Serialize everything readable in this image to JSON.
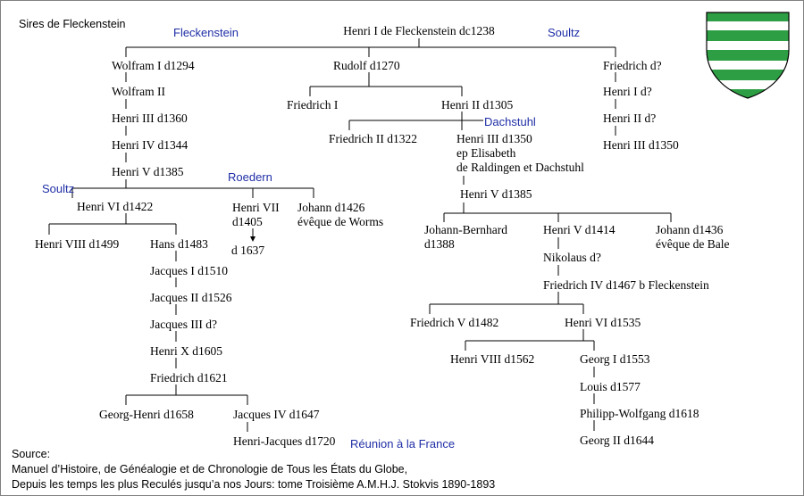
{
  "title": "Sires de Fleckenstein",
  "branch_labels": {
    "fleckenstein": "Fleckenstein",
    "soultz_top": "Soultz",
    "dachstuhl": "Dachstuhl",
    "roedern": "Roedern",
    "soultz_left": "Soultz",
    "reunion": "Réunion à la France"
  },
  "people": {
    "henri_i": "Henri I de Fleckenstein dc1238",
    "wolfram_i": "Wolfram I  d1294",
    "wolfram_ii": "Wolfram II",
    "henri_iii_l": "Henri III  d1360",
    "henri_iv": "Henri IV  d1344",
    "henri_v_l": "Henri V  d1385",
    "henri_vi_l": "Henri VI d1422",
    "henri_vii_1": "Henri VII",
    "henri_vii_2": "d1405",
    "henri_vii_3": "d 1637",
    "johann_worms_1": "Johann  d1426",
    "johann_worms_2": "évêque de Worms",
    "henri_viii_l": "Henri VIII d1499",
    "hans": "Hans d1483",
    "jacques_i": "Jacques I d1510",
    "jacques_ii": "Jacques II d1526",
    "jacques_iii": "Jacques III d?",
    "henri_x": "Henri X  d1605",
    "friedrich_1621": "Friedrich  d1621",
    "georg_henri": "Georg-Henri  d1658",
    "jacques_iv": "Jacques IV  d1647",
    "henri_jacques": "Henri-Jacques  d1720",
    "rudolf": "Rudolf  d1270",
    "friedrich_i": "Friedrich I",
    "henri_ii_c": "Henri II  d1305",
    "friedrich_ii": "Friedrich II d1322",
    "henri_iii_c_1": "Henri III  d1350",
    "henri_iii_c_2": "ep Elisabeth",
    "henri_iii_c_3": "de Raldingen et Dachstuhl",
    "henri_v_c": "Henri V  d1385",
    "johann_bernhard_1": "Johann-Bernhard",
    "johann_bernhard_2": "d1388",
    "henri_v_1414": "Henri V d1414",
    "johann_bale_1": "Johann  d1436",
    "johann_bale_2": "évêque de Bale",
    "nikolaus": "Nikolaus d?",
    "friedrich_iv": "Friedrich IV d1467  b Fleckenstein",
    "friedrich_v": "Friedrich V  d1482",
    "henri_vi_c": "Henri VI  d1535",
    "henri_viii_c": "Henri VIII d1562",
    "georg_i": "Georg I  d1553",
    "louis": "Louis  d1577",
    "philipp_wolfgang": "Philipp-Wolfgang  d1618",
    "georg_ii": "Georg II  d1644",
    "friedrich_r": "Friedrich  d?",
    "henri_i_r": "Henri I  d?",
    "henri_ii_r": "Henri II  d?",
    "henri_iii_r": "Henri III  d1350"
  },
  "source": {
    "heading": "Source:",
    "line1": "Manuel d’Histoire, de Généalogie et de Chronologie de Tous les États du Globe,",
    "line2": "Depuis les temps les plus Reculés jusqu’a nos Jours: tome Troisième A.M.H.J. Stokvis 1890-1893"
  },
  "colors": {
    "shield_green": "#2e9e45",
    "shield_white": "#ffffff",
    "branch_label_blue": "#1f2ea6",
    "line": "#000000"
  },
  "icons": {
    "coat_of_arms": "shield-icon",
    "arrow": "arrow-down-icon"
  }
}
